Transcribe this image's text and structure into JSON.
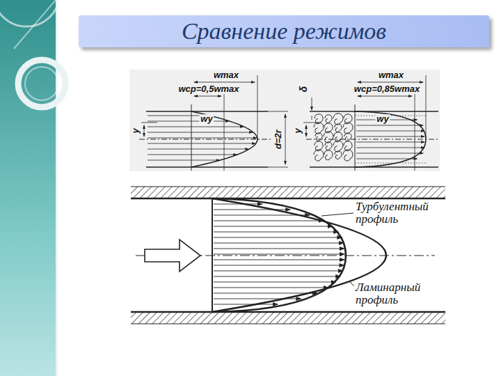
{
  "diagram": {
    "title": "Сравнение режимов",
    "labels": [
      "wmax",
      "wср=0,5wmax",
      "wy",
      "y",
      "d=2r",
      "δ",
      "wmax",
      "wср=0,85wmax",
      "wy",
      "y",
      "Турбулентный профиль",
      "Ламинарный профиль"
    ]
  }
}
